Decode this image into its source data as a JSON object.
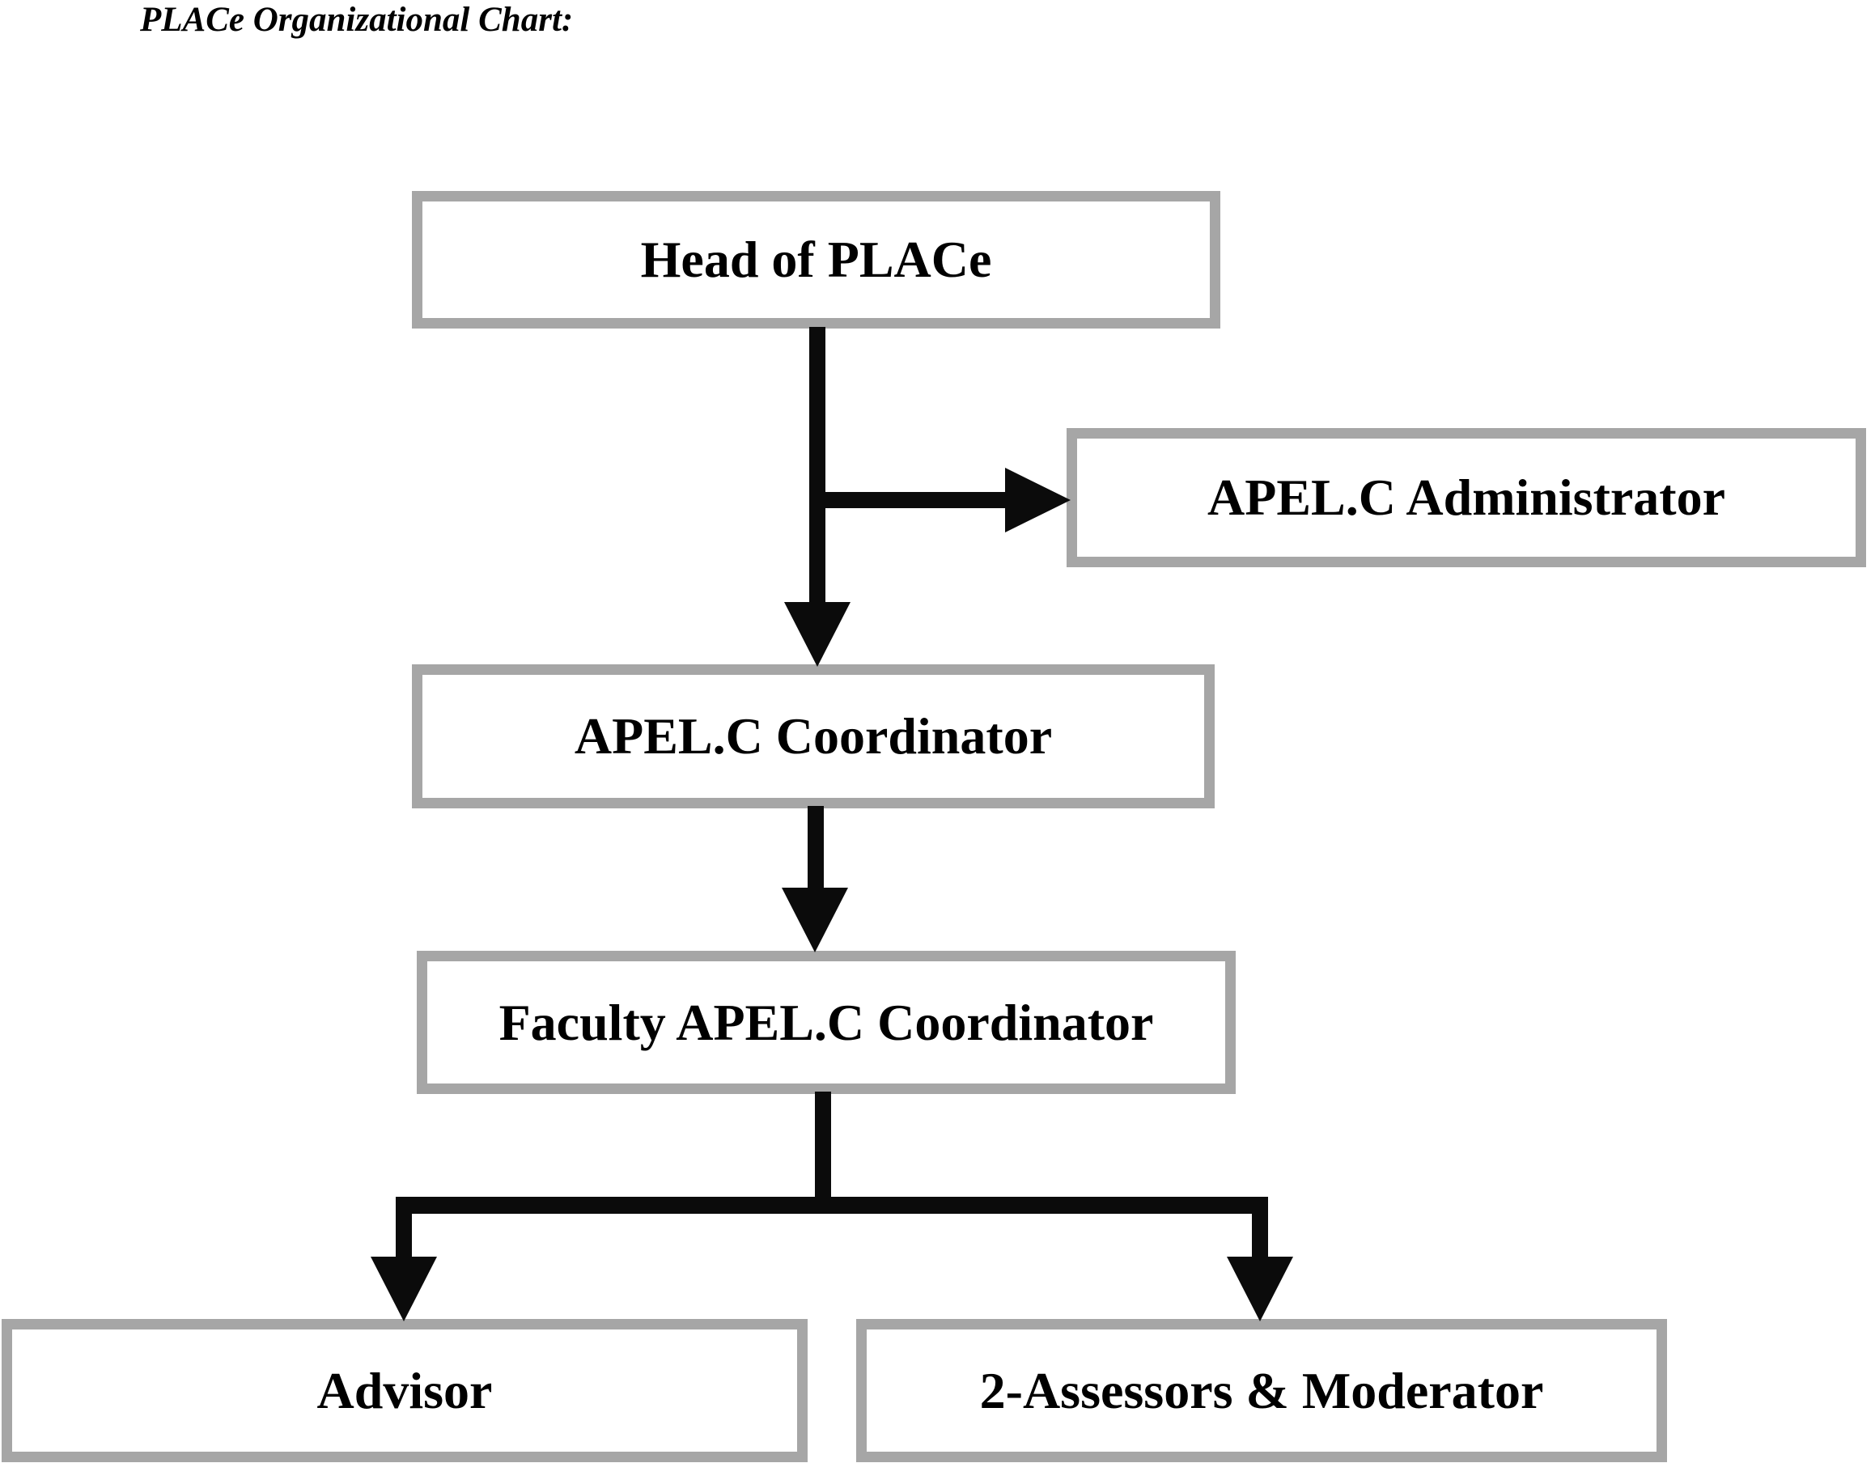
{
  "page": {
    "title": "PLACe Organizational Chart:"
  },
  "colors": {
    "box_border": "#a6a6a6",
    "box_fill": "#ffffff",
    "arrow": "#0b0b0b",
    "text": "#000000",
    "background": "#ffffff"
  },
  "nodes": {
    "head": {
      "label": "Head of PLACe"
    },
    "admin": {
      "label": "APEL.C Administrator"
    },
    "coordinator": {
      "label": "APEL.C Coordinator"
    },
    "faculty": {
      "label": "Faculty APEL.C Coordinator"
    },
    "advisor": {
      "label": "Advisor"
    },
    "assessors": {
      "label": "2-Assessors & Moderator"
    }
  },
  "edges": [
    {
      "from": "head",
      "to": "admin"
    },
    {
      "from": "head",
      "to": "coordinator"
    },
    {
      "from": "coordinator",
      "to": "faculty"
    },
    {
      "from": "faculty",
      "to": "advisor"
    },
    {
      "from": "faculty",
      "to": "assessors"
    }
  ]
}
